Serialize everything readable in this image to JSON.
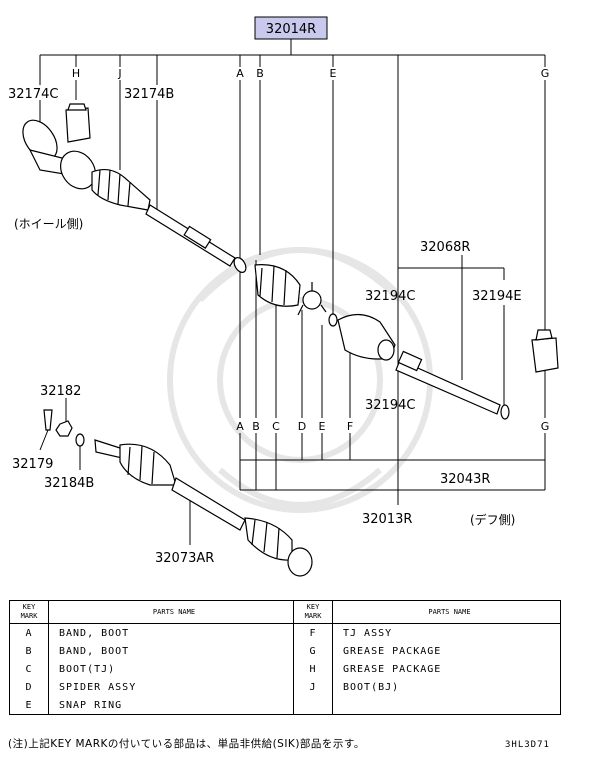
{
  "diagram": {
    "assembly_label": "32014R",
    "labels": {
      "p32174C": "32174C",
      "p32174B": "32174B",
      "p32068R": "32068R",
      "p32194C_top": "32194C",
      "p32194E": "32194E",
      "p32194C_bottom": "32194C",
      "p32182": "32182",
      "p32179": "32179",
      "p32184B": "32184B",
      "p32043R": "32043R",
      "p32013R": "32013R",
      "p32073AR": "32073AR"
    },
    "top_keys": [
      "H",
      "J",
      "A",
      "B",
      "E",
      "G"
    ],
    "bottom_keys": [
      "A",
      "B",
      "C",
      "D",
      "E",
      "F",
      "G"
    ],
    "wheel_side": "(ホイール側)",
    "diff_side": "(デフ側)"
  },
  "table": {
    "header_key": "KEY\nMARK",
    "header_key_l1": "KEY",
    "header_key_l2": "MARK",
    "header_name": "PARTS NAME",
    "rows": [
      {
        "key1": "A",
        "name1": "BAND, BOOT",
        "key2": "F",
        "name2": "TJ ASSY"
      },
      {
        "key1": "B",
        "name1": "BAND, BOOT",
        "key2": "G",
        "name2": "GREASE PACKAGE"
      },
      {
        "key1": "C",
        "name1": "BOOT(TJ)",
        "key2": "H",
        "name2": "GREASE PACKAGE"
      },
      {
        "key1": "D",
        "name1": "SPIDER ASSY",
        "key2": "J",
        "name2": "BOOT(BJ)"
      },
      {
        "key1": "E",
        "name1": "SNAP RING",
        "key2": "",
        "name2": ""
      }
    ]
  },
  "note": "(注)上記KEY MARKの付いている部品は、単品非供給(SIK)部品を示す。",
  "drawing_code": "3HL3D71",
  "colors": {
    "assembly_box": "#c9c9ee",
    "line": "#000000",
    "watermark": "#e6e6e6"
  }
}
